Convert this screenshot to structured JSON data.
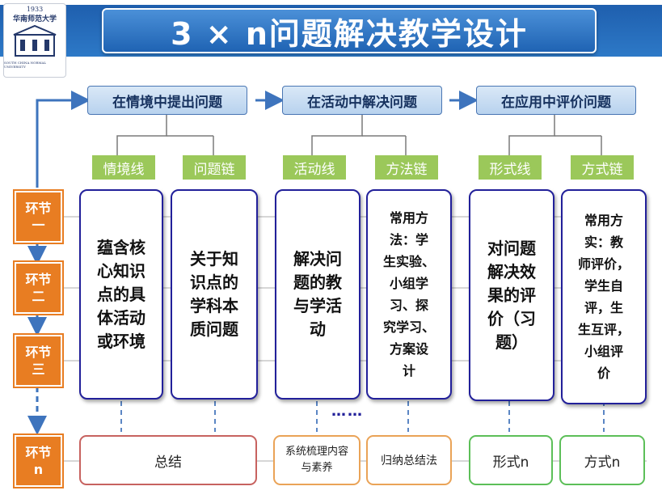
{
  "header": {
    "title": "3 × n问题解决教学设计",
    "logo": {
      "year": "1933",
      "name": "华南师范大学",
      "subtitle": "SOUTH CHINA NORMAL UNIVERSITY"
    }
  },
  "stages": [
    {
      "label": "在情境中提出问题"
    },
    {
      "label": "在活动中解决问题"
    },
    {
      "label": "在应用中评价问题"
    }
  ],
  "tags": [
    "情境线",
    "问题链",
    "活动线",
    "方法链",
    "形式线",
    "方式链"
  ],
  "cards": [
    {
      "lines": [
        "蕴含核",
        "心知识",
        "点的具",
        "体活动",
        "或环境"
      ]
    },
    {
      "lines": [
        "关于知",
        "识点的",
        "学科本",
        "质问题"
      ]
    },
    {
      "lines": [
        "解决问",
        "题的教",
        "与学活",
        "动"
      ]
    },
    {
      "lines": [
        "常用方",
        "法：学",
        "生实验、",
        "小组学",
        "习、探",
        "究学习、",
        "方案设",
        "计"
      ]
    },
    {
      "lines": [
        "对问题",
        "解决效",
        "果的评",
        "价（习",
        "题）"
      ]
    },
    {
      "lines": [
        "常用方",
        "实：教",
        "师评价，",
        "学生自",
        "评，生",
        "生互评，",
        "小组评",
        "价"
      ]
    }
  ],
  "steps": [
    {
      "top": "环节",
      "bottom": "一"
    },
    {
      "top": "环节",
      "bottom": "二"
    },
    {
      "top": "环节",
      "bottom": "三"
    },
    {
      "top": "环节",
      "bottom": "n"
    }
  ],
  "ellipsis": "……",
  "bottom_boxes": [
    "总结",
    "系统梳理内容与素养",
    "归纳总结法",
    "形式n",
    "方式n"
  ],
  "colors": {
    "banner": "#1f5fae",
    "stage_border": "#4a76b3",
    "tag_green": "#9bc85a",
    "card_border": "#22209a",
    "step_orange": "#e87d22",
    "arrow_blue": "#3e74bd"
  }
}
